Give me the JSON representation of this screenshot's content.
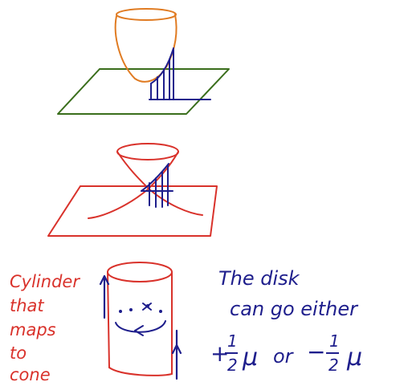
{
  "colors": {
    "orange": "#e07b22",
    "green": "#3a6e1c",
    "red": "#d9322b",
    "navy": "#1e1e8c"
  },
  "labels": {
    "cylinder_note": [
      "Cylinder",
      "that",
      "maps",
      "to",
      "cone"
    ],
    "disk_note": [
      "The disk",
      "can go either"
    ],
    "plus_half_mu": {
      "sign": "+",
      "num": "1",
      "den": "2",
      "sym": "μ"
    },
    "or": "or",
    "minus_half_mu": {
      "sign": "−",
      "num": "1",
      "den": "2",
      "sym": "μ"
    }
  }
}
